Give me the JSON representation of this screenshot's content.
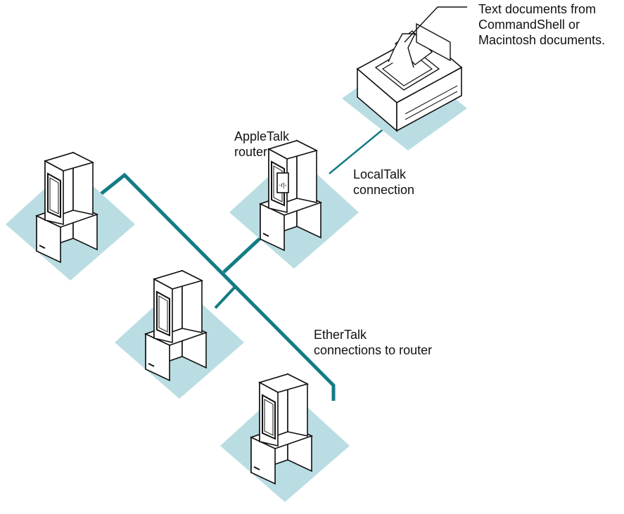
{
  "labels": {
    "print_callout": "Text documents from\nCommandShell or\nMacintosh documents.",
    "router": "AppleTalk\nrouter",
    "localtalk": "LocalTalk\nconnection",
    "ethertalk": "EtherTalk\nconnections to router"
  },
  "colors": {
    "network_line": "#137c84",
    "shadow": "#b9dde2",
    "outline": "#111111",
    "fill": "#ffffff"
  },
  "nodes": [
    {
      "id": "printer",
      "kind": "printer-icon"
    },
    {
      "id": "router",
      "kind": "router-computer-icon"
    },
    {
      "id": "left",
      "kind": "computer-icon"
    },
    {
      "id": "middle",
      "kind": "computer-icon"
    },
    {
      "id": "bottom",
      "kind": "computer-icon"
    }
  ]
}
